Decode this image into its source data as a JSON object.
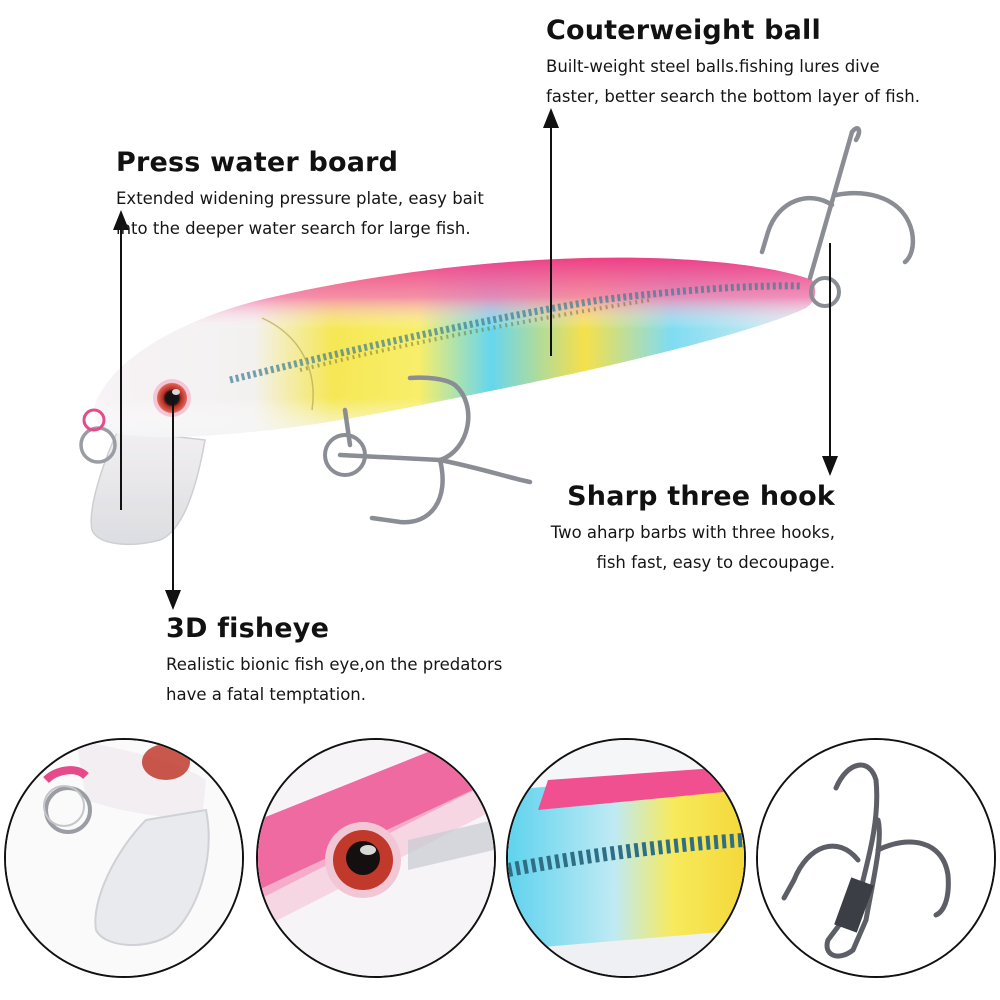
{
  "callouts": {
    "counterweight": {
      "title": "Couterweight ball",
      "lines": [
        "Built-weight steel balls.fishing lures dive",
        "faster, better search the bottom layer of fish."
      ]
    },
    "press_water_board": {
      "title": "Press water board",
      "lines": [
        "Extended widening pressure plate, easy bait",
        "into the deeper water search for large fish."
      ]
    },
    "sharp_three_hook": {
      "title": "Sharp three hook",
      "lines": [
        "Two aharp barbs with three hooks,",
        "fish fast, easy to decoupage."
      ]
    },
    "fisheye": {
      "title": "3D fisheye",
      "lines": [
        "Realistic bionic fish eye,on the predators",
        "have a fatal temptation."
      ]
    }
  },
  "colors": {
    "pink": "#f0508f",
    "yellow": "#f6e44a",
    "cyan": "#5fd3ee",
    "silver": "#e8eaee",
    "eye_red": "#c0302a",
    "hook": "#8a8d93",
    "arrow": "#111111"
  },
  "detail_circles": [
    "lip-and-ring-closeup",
    "fisheye-closeup",
    "scale-pattern-closeup",
    "treble-hook-closeup"
  ]
}
